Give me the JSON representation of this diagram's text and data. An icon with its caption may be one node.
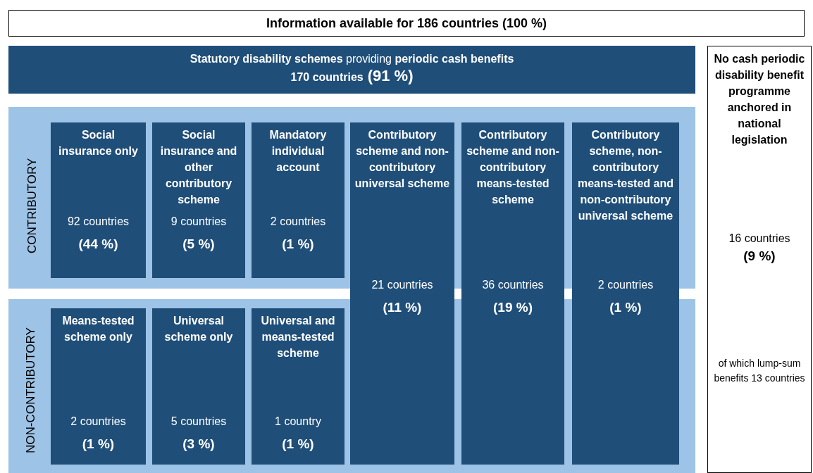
{
  "diagram": {
    "nodes": [
      {
        "text": [
          "Information available for 186 countries (100 %)"
        ]
      },
      {
        "text": [
          "**Statutory disability schemes** providing **periodic cash benefits**",
          "170 countries",
          "(91 %)"
        ]
      },
      {
        "text": [
          "CONTRIBUTORY"
        ]
      },
      {
        "text": [
          "Social insurance only",
          "92 countries",
          "(44 %)"
        ],
        "in": 2
      },
      {
        "text": [
          "Social insurance and other contributory scheme",
          "9 countries",
          "(5 %)"
        ],
        "in": 2
      },
      {
        "text": [
          "Mandatory individual account",
          "2 countries",
          "(1 %)"
        ],
        "in": 2
      },
      {
        "text": [
          "NON-CONTRIBUTORY"
        ]
      },
      {
        "text": [
          "Means-tested scheme only",
          "2 countries",
          "(1 %)"
        ],
        "in": 6
      },
      {
        "text": [
          "Universal scheme only",
          "5 countries",
          "(3 %)"
        ],
        "in": 6
      },
      {
        "text": [
          "Universal and means-tested scheme",
          "1 country",
          "(1 %)"
        ],
        "in": 6
      },
      {
        "text": [
          "Contributory scheme and non-contributory universal scheme",
          "21 countries",
          "(11 %)"
        ]
      },
      {
        "text": [
          "Contributory scheme and non-contributory means-tested scheme",
          "36 countries",
          "(19 %)"
        ]
      },
      {
        "text": [
          "Contributory scheme, non-contributory means-tested and non-contributory universal scheme",
          "2 countries",
          "(1 %)"
        ]
      },
      {
        "text": [
          "No cash periodic disability benefit programme anchored in national legislation",
          "16 countries",
          "(9 %)",
          "of which lump-sum benefits 13 countries"
        ]
      }
    ]
  }
}
